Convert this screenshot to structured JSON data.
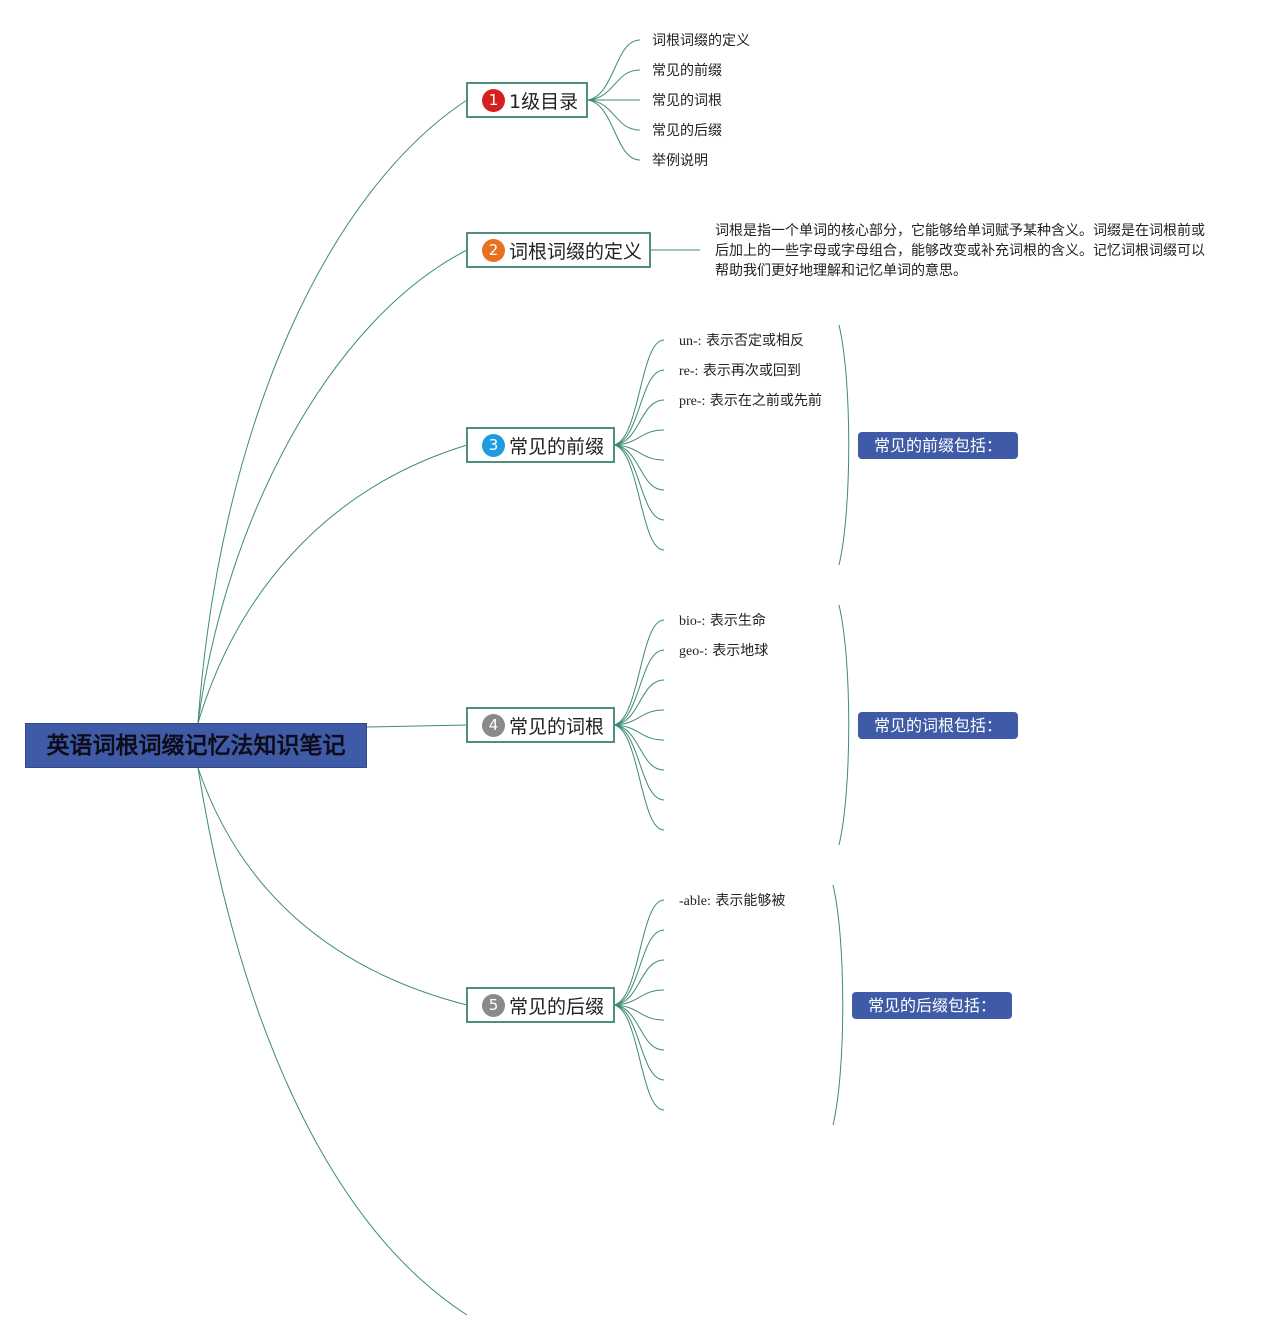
{
  "root": {
    "label": "英语词根词缀记忆法知识笔记"
  },
  "branches": [
    {
      "number": "1",
      "label": "1级目录",
      "badge_color": "#d61f1f"
    },
    {
      "number": "2",
      "label": "词根词缀的定义",
      "badge_color": "#e8701e"
    },
    {
      "number": "3",
      "label": "常见的前缀",
      "badge_color": "#1f9be0"
    },
    {
      "number": "4",
      "label": "常见的词根",
      "badge_color": "#8a8a8a"
    },
    {
      "number": "5",
      "label": "常见的后缀",
      "badge_color": "#8a8a8a"
    }
  ],
  "toc_items": [
    "词根词缀的定义",
    "常见的前缀",
    "常见的词根",
    "常见的后缀",
    "举例说明"
  ],
  "definition_text": "词根是指一个单词的核心部分，它能够给单词赋予某种含义。词缀是在词根前或后加上的一些字母或字母组合，能够改变或补充词根的含义。记忆词根词缀可以帮助我们更好地理解和记忆单词的意思。",
  "prefixes": [
    {
      "affix": "un-:",
      "meaning": "表示否定或相反"
    },
    {
      "affix": "re-:",
      "meaning": "表示再次或回到"
    },
    {
      "affix": "pre-:",
      "meaning": "表示在之前或先前"
    }
  ],
  "roots": [
    {
      "affix": "bio-:",
      "meaning": "表示生命"
    },
    {
      "affix": "geo-:",
      "meaning": "表示地球"
    }
  ],
  "suffixes": [
    {
      "affix": "-able:",
      "meaning": "表示能够被"
    }
  ],
  "summaries": {
    "prefix": "常见的前缀包括：",
    "root": "常见的词根包括：",
    "suffix": "常见的后缀包括："
  },
  "colors": {
    "root_fill": "#3f5aa6",
    "connector": "#3f8a78",
    "branch_border": "#4e8f7d",
    "summary_fill": "#3f5aa6"
  }
}
